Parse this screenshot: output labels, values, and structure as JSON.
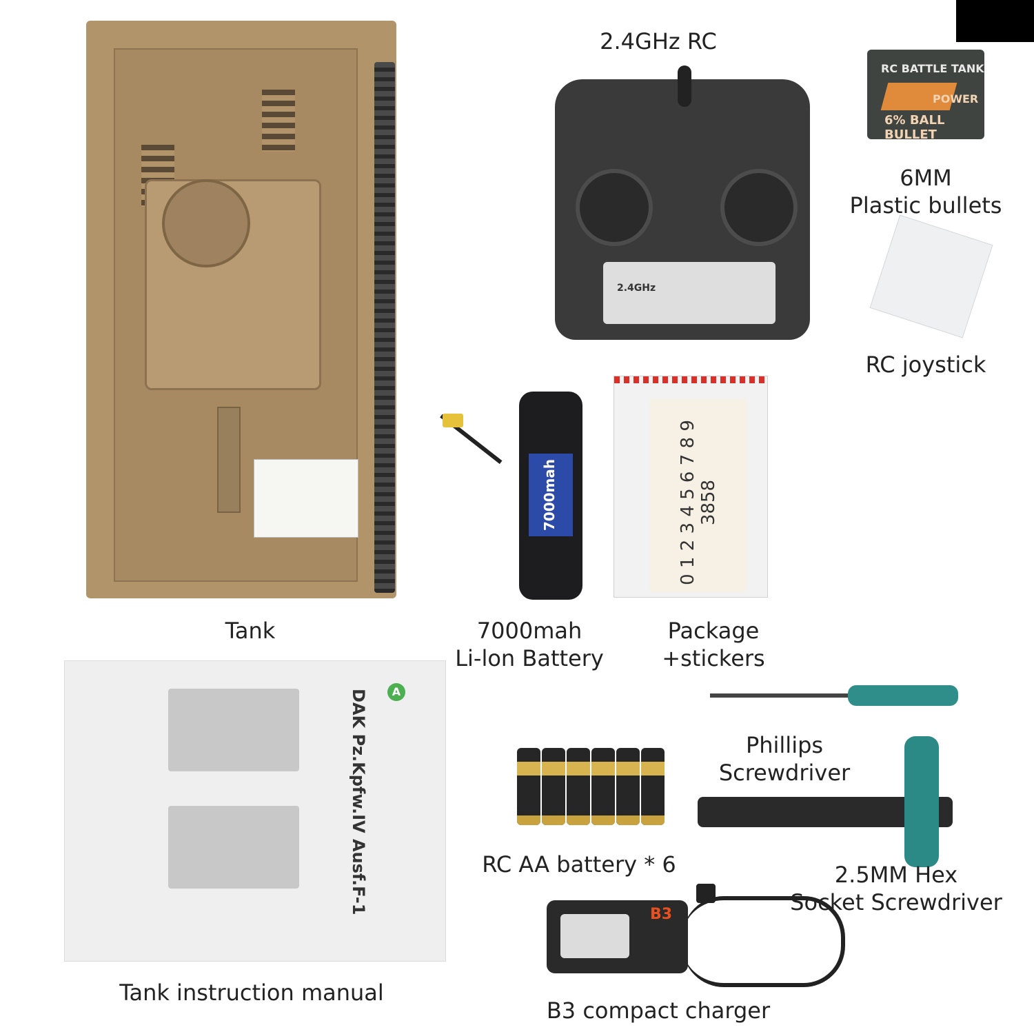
{
  "labels": {
    "rc_title": "2.4GHz RC",
    "bullets_line1": "6MM",
    "bullets_line2": "Plastic bullets",
    "joystick": "RC joystick",
    "tank": "Tank",
    "battery_line1": "7000mah",
    "battery_line2": "Li-lon Battery",
    "package_line1": "Package",
    "package_line2": "+stickers",
    "phillips_line1": "Phillips",
    "phillips_line2": "Screwdriver",
    "aa_battery": "RC AA battery * 6",
    "hex_line1": "2.5MM  Hex",
    "hex_line2": "Socket Screwdriver",
    "manual": "Tank instruction manual",
    "charger": "B3 compact charger"
  },
  "product_print": {
    "bullets_box_top": "RC BATTLE TANK",
    "bullets_box_power": "POWER",
    "bullets_box_ball": "6% BALL BULLET",
    "rc_panel": "2.4GHz",
    "battery_label": "7000mah",
    "sticker_numbers": "0 1 2 3 4 5 6 7 8 9 3858",
    "manual_title": "DAK Pz.Kpfw.IV Ausf.F-1",
    "manual_badge": "A",
    "charger_brand": "B3"
  },
  "colors": {
    "tank_body": "#b2946b",
    "rc_body": "#3a3a3a",
    "screwdriver_handle": "#2f8d8a",
    "charger_accent": "#e8501f"
  }
}
